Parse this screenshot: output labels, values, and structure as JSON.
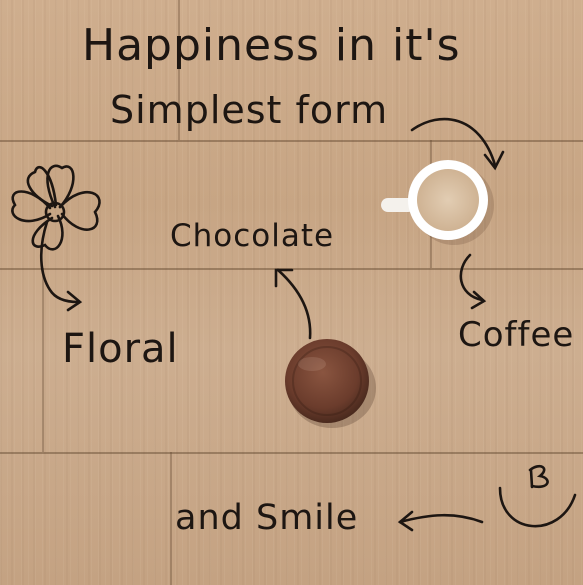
{
  "title": {
    "line1": "Happiness in it's",
    "line2": "Simplest form"
  },
  "labels": {
    "chocolate": "Chocolate",
    "floral": "Floral",
    "coffee": "Coffee",
    "smile": "and Smile"
  },
  "colors": {
    "ink": "#1d1612",
    "wood": "#c9a98a",
    "chocolate": "#6b3c2c",
    "cup": "#ffffff",
    "coffee_foam": "#d9c1a5"
  },
  "icons": [
    "flower-icon",
    "smiley-icon",
    "arrow-icon",
    "coffee-cup",
    "chocolate-biscuit"
  ]
}
